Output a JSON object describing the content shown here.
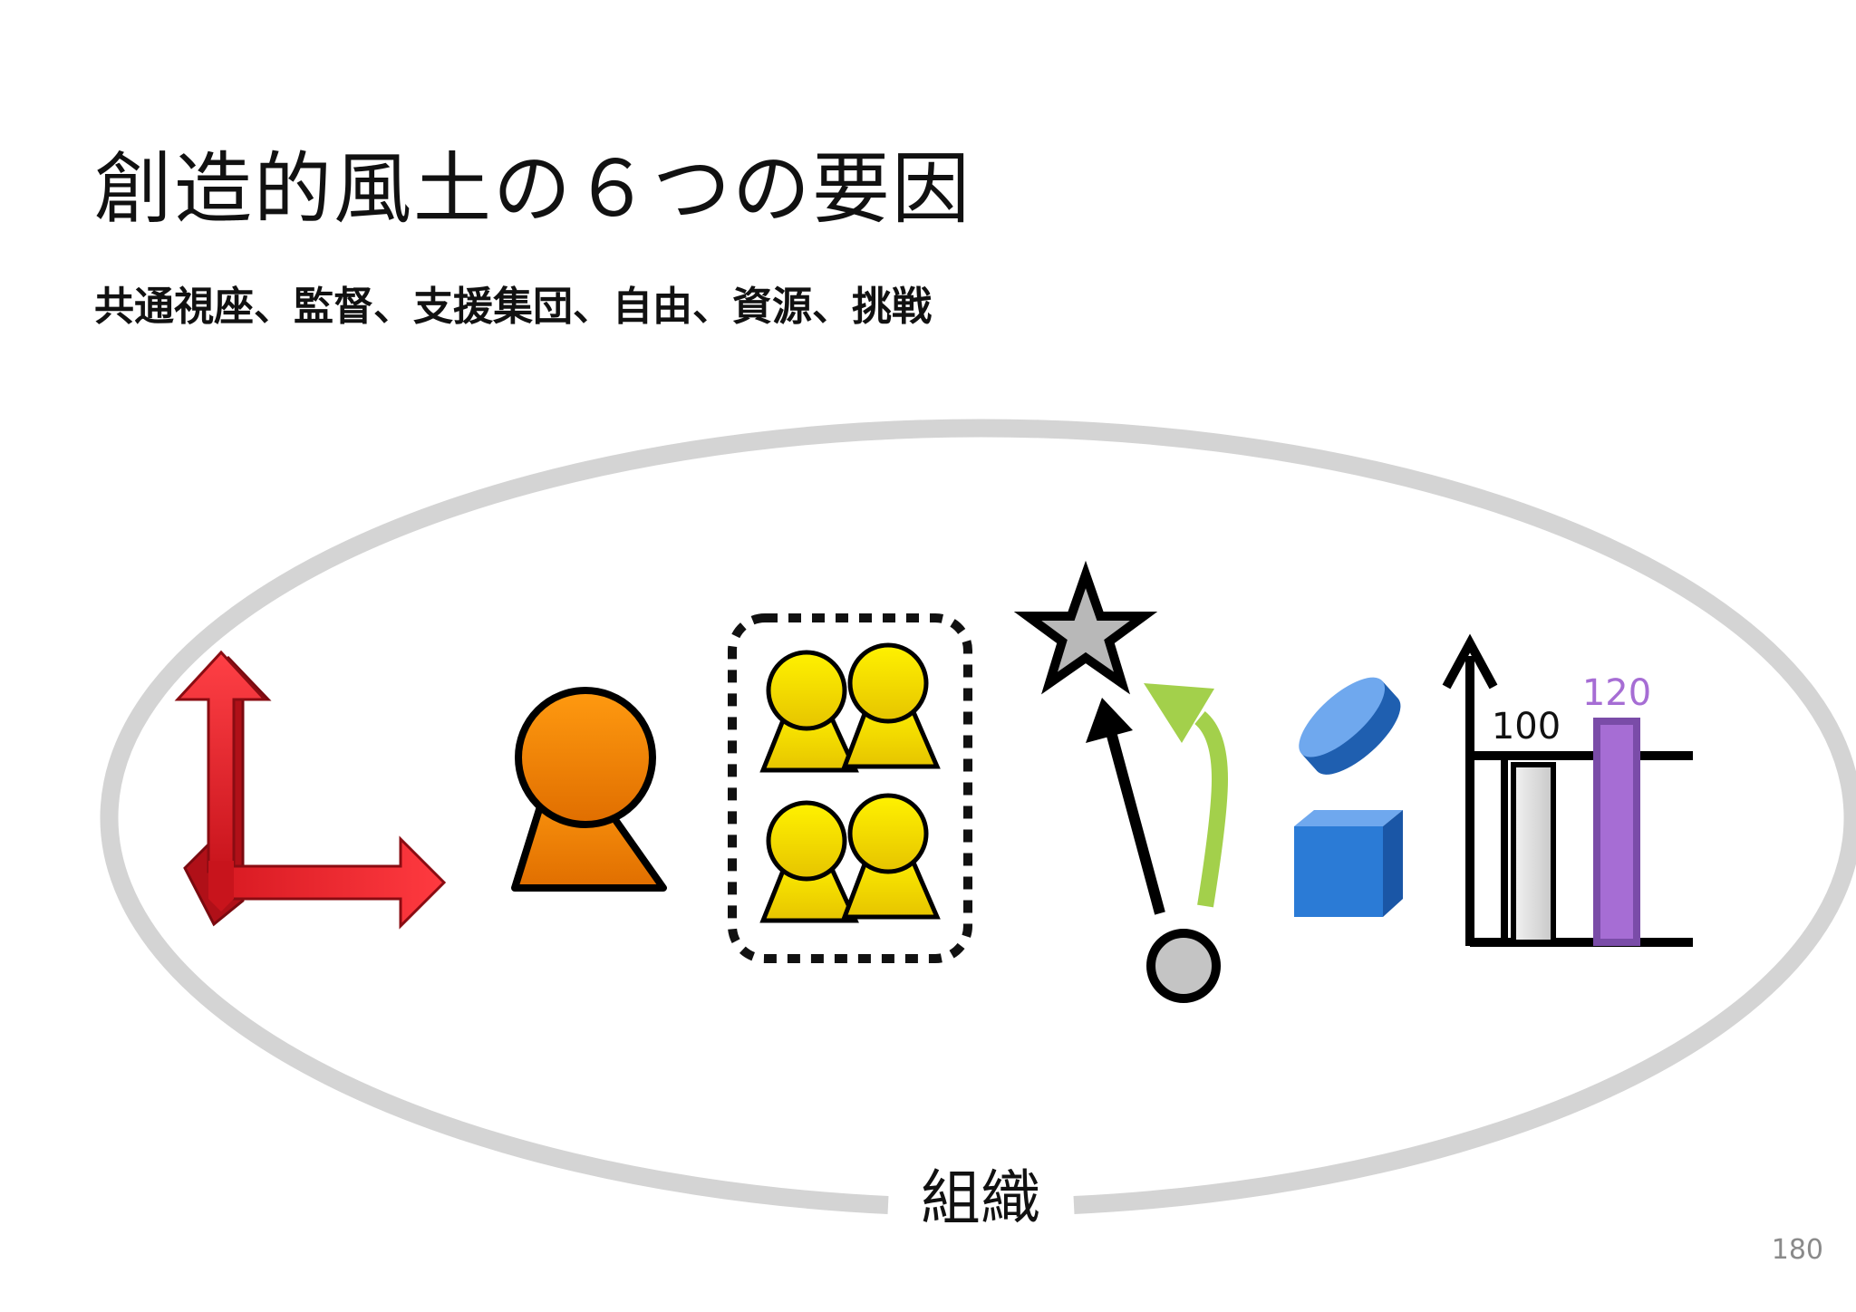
{
  "slide": {
    "title": "創造的風土の６つの要因",
    "subtitle": "共通視座、監督、支援集団、自由、資源、挑戦",
    "organization_label": "組織",
    "page_number": "180"
  },
  "icons": [
    {
      "name": "perpendicular-arrows-icon",
      "meaning": "共通視座"
    },
    {
      "name": "person-icon",
      "meaning": "監督"
    },
    {
      "name": "group-icon",
      "meaning": "支援集団"
    },
    {
      "name": "star-path-icon",
      "meaning": "自由"
    },
    {
      "name": "resources-icon",
      "meaning": "資源"
    },
    {
      "name": "bar-chart-icon",
      "meaning": "挑戦"
    }
  ],
  "chart_icon": {
    "bar_left_label": "100",
    "bar_right_label": "120",
    "bar_right_color": "#a66dd4"
  },
  "colors": {
    "arrow_red": "#e8242b",
    "person_orange": "#f28a12",
    "group_yellow": "#f2d800",
    "curve_green": "#a3d04b",
    "resource_blue": "#2b7bd6",
    "ellipse_gray": "#d6d6d6"
  }
}
